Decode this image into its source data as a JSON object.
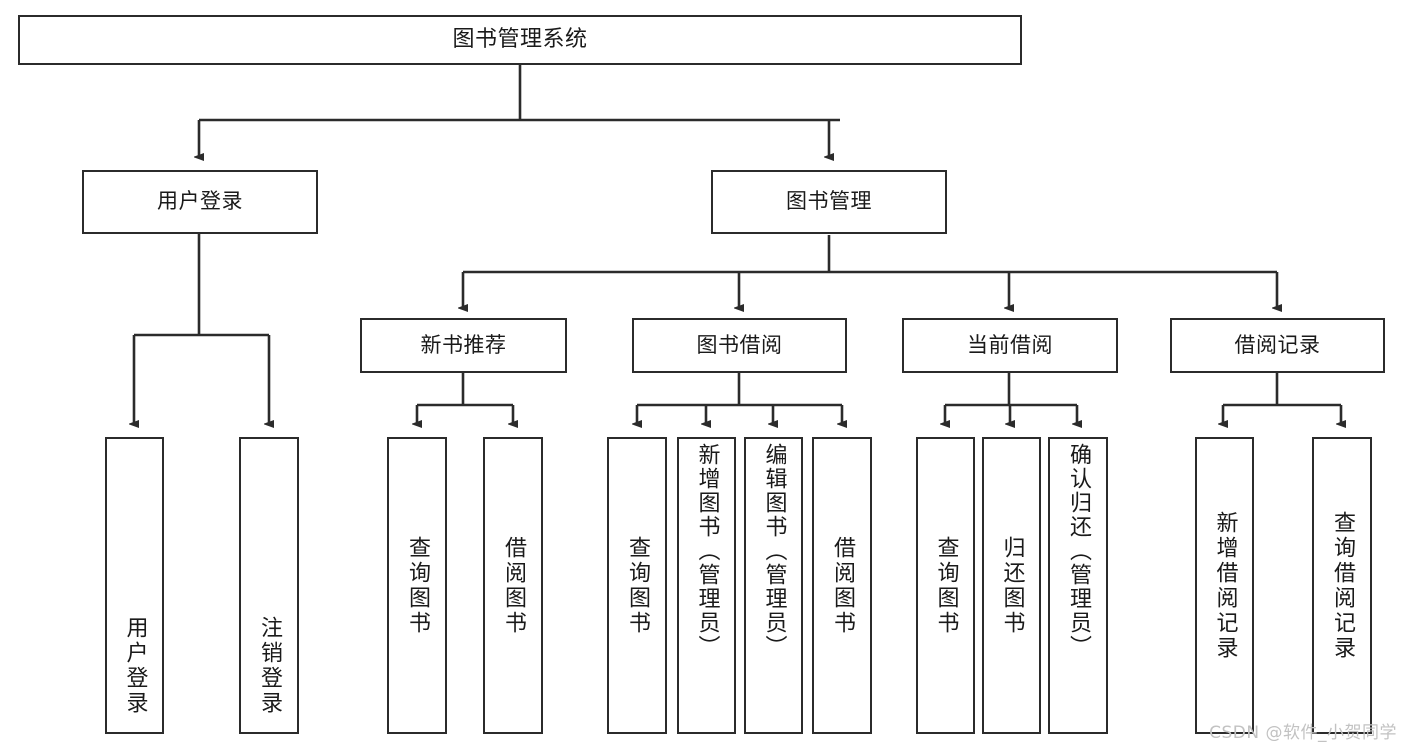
{
  "diagram": {
    "type": "tree-hierarchy",
    "title": "图书管理系统",
    "orientation": "top-down",
    "colors": {
      "stroke": "#2b2b2b",
      "node_fill": "#ffffff",
      "text": "#1a1a1a",
      "background": "#ffffff",
      "watermark": "#c2c2c2"
    },
    "nodes": {
      "root": {
        "label": "图书管理系统"
      },
      "level1": [
        {
          "label": "用户登录"
        },
        {
          "label": "图书管理"
        }
      ],
      "level2": [
        {
          "label": "新书推荐"
        },
        {
          "label": "图书借阅"
        },
        {
          "label": "当前借阅"
        },
        {
          "label": "借阅记录"
        }
      ],
      "leaves_user_login": [
        {
          "label": "用户登录"
        },
        {
          "label": "注销登录"
        }
      ],
      "leaves_new_book": [
        {
          "label": "查询图书"
        },
        {
          "label": "借阅图书"
        }
      ],
      "leaves_borrow": [
        {
          "label": "查询图书"
        },
        {
          "label": "新增图书（管理员）"
        },
        {
          "label": "编辑图书（管理员）"
        },
        {
          "label": "借阅图书"
        }
      ],
      "leaves_current": [
        {
          "label": "查询图书"
        },
        {
          "label": "归还图书"
        },
        {
          "label": "确认归还（管理员）"
        }
      ],
      "leaves_records": [
        {
          "label": "新增借阅记录"
        },
        {
          "label": "查询借阅记录"
        }
      ]
    }
  },
  "watermark": {
    "text": "CSDN @软件_小贺同学"
  }
}
